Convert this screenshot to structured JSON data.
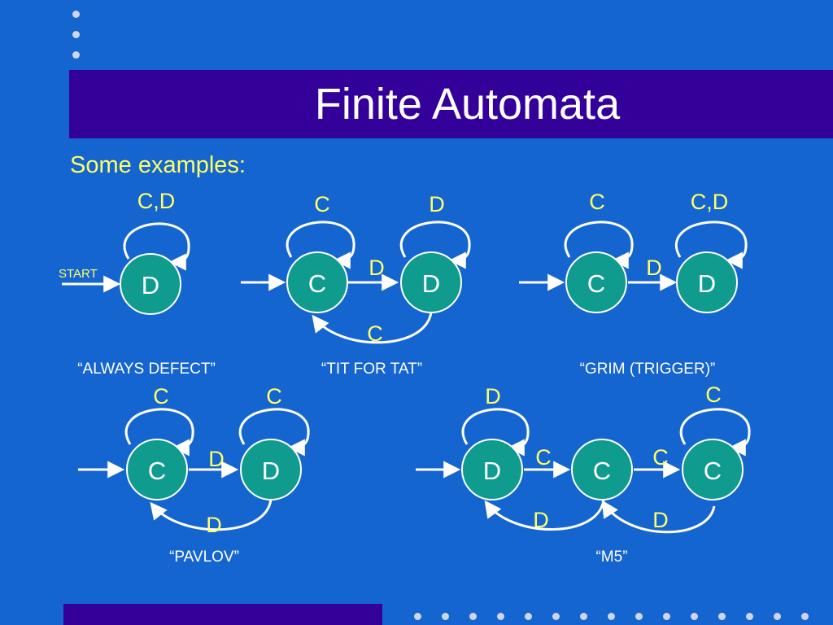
{
  "slide": {
    "title": "Finite Automata",
    "subtitle": "Some examples:"
  },
  "automata": [
    {
      "caption": "“ALWAYS DEFECT”",
      "start_label": "START",
      "states": [
        "D"
      ],
      "labels": [
        "C,D"
      ]
    },
    {
      "caption": "“TIT FOR TAT”",
      "states": [
        "C",
        "D"
      ],
      "labels": [
        "C",
        "D",
        "D",
        "C"
      ]
    },
    {
      "caption": "“GRIM (TRIGGER)”",
      "states": [
        "C",
        "D"
      ],
      "labels": [
        "C",
        "C,D",
        "D"
      ]
    },
    {
      "caption": "“PAVLOV”",
      "states": [
        "C",
        "D"
      ],
      "labels": [
        "C",
        "C",
        "D",
        "D"
      ]
    },
    {
      "caption": "“M5”",
      "states": [
        "D",
        "C",
        "C"
      ],
      "labels": [
        "D",
        "C",
        "C",
        "C",
        "D",
        "D"
      ]
    }
  ],
  "colors": {
    "background": "#1565d0",
    "title_bar": "#330099",
    "state_fill": "#0f9b8e",
    "label": "#ffff66",
    "edge": "#ffffff"
  }
}
